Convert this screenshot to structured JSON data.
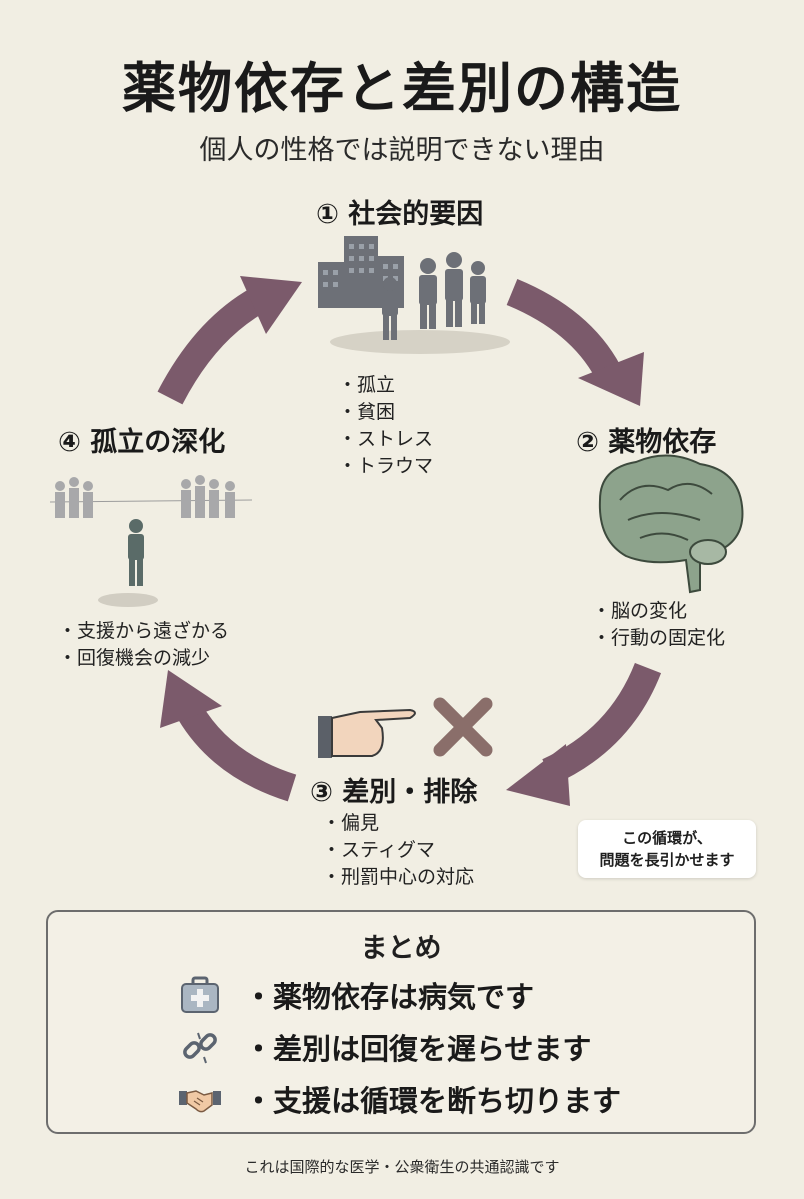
{
  "title": "薬物依存と差別の構造",
  "subtitle": "個人の性格では説明できない理由",
  "nodes": [
    {
      "label": "① 社会的要因",
      "bullets": [
        "孤立",
        "貧困",
        "ストレス",
        "トラウマ"
      ]
    },
    {
      "label": "② 薬物依存",
      "bullets": [
        "脳の変化",
        "行動の固定化"
      ]
    },
    {
      "label": "③ 差別・排除",
      "bullets": [
        "偏見",
        "スティグマ",
        "刑罰中心の対応"
      ]
    },
    {
      "label": "④ 孤立の深化",
      "bullets": [
        "支援から遠ざかる",
        "回復機会の減少"
      ]
    }
  ],
  "loop_note": [
    "この循環が、",
    "問題を長引かせます"
  ],
  "summary": {
    "heading": "まとめ",
    "items": [
      {
        "icon": "medical-kit-icon",
        "text": "・薬物依存は病気です"
      },
      {
        "icon": "broken-chain-icon",
        "text": "・差別は回復を遅らせます"
      },
      {
        "icon": "handshake-icon",
        "text": "・支援は循環を断ち切ります"
      }
    ]
  },
  "footer": "これは国際的な医学・公衆衛生の共通認識です",
  "colors": {
    "background": "#f1eee3",
    "arrow": "#7b5a6b",
    "figure": "#6d7077",
    "brain": "#8da38c",
    "accent_x": "#8a6e6a"
  }
}
